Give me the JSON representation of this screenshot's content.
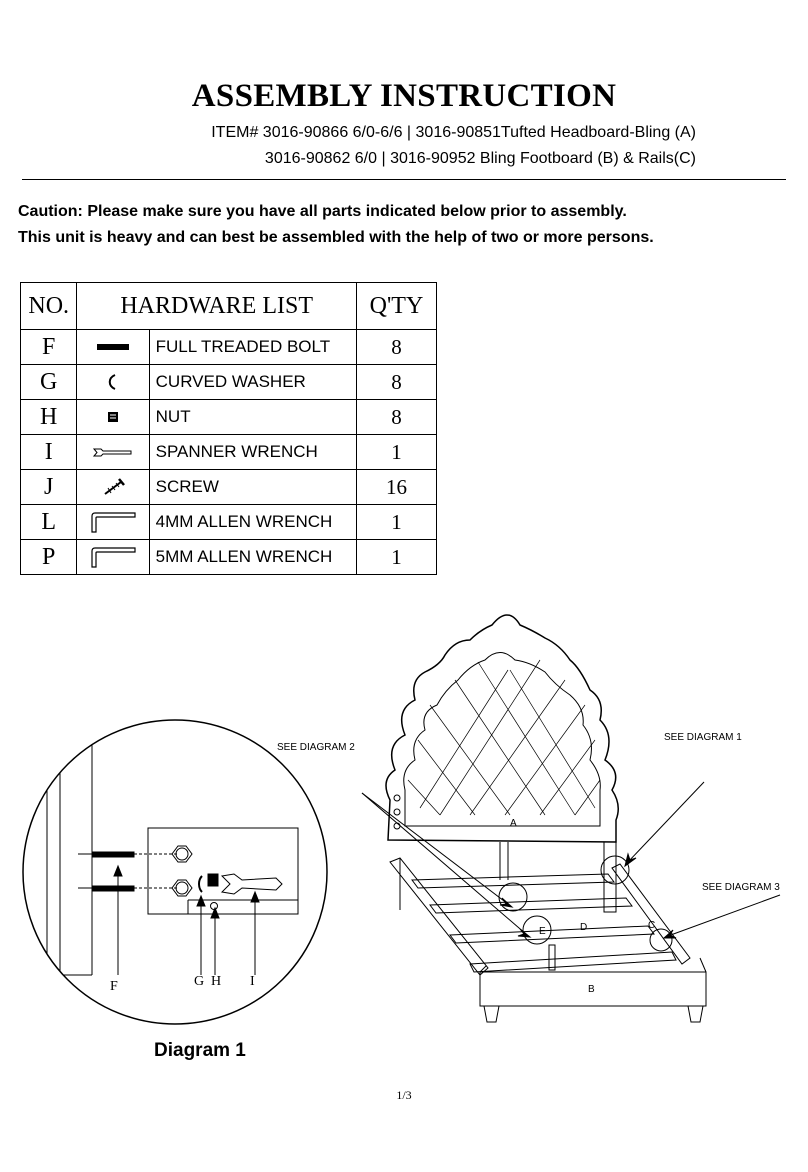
{
  "header": {
    "title": "ASSEMBLY INSTRUCTION",
    "item_line1": "ITEM# 3016-90866 6/0-6/6 | 3016-90851Tufted Headboard-Bling (A)",
    "item_line2": "3016-90862 6/0 | 3016-90952 Bling Footboard (B) & Rails(C)"
  },
  "caution": {
    "line1": "Caution: Please make sure you have all parts indicated below prior to assembly.",
    "line2": "This unit is heavy and can best be assembled with the help of two or more persons."
  },
  "hardware_table": {
    "col_no": "NO.",
    "col_list": "HARDWARE LIST",
    "col_qty": "Q'TY",
    "rows": [
      {
        "no": "F",
        "icon": "bolt-icon",
        "name": "FULL TREADED BOLT",
        "qty": "8"
      },
      {
        "no": "G",
        "icon": "curved-washer-icon",
        "name": "CURVED WASHER",
        "qty": "8"
      },
      {
        "no": "H",
        "icon": "nut-icon",
        "name": "NUT",
        "qty": "8"
      },
      {
        "no": "I",
        "icon": "spanner-wrench-icon",
        "name": "SPANNER WRENCH",
        "qty": "1"
      },
      {
        "no": "J",
        "icon": "screw-icon",
        "name": "SCREW",
        "qty": "16"
      },
      {
        "no": "L",
        "icon": "allen-wrench-icon",
        "name": "4MM ALLEN WRENCH",
        "qty": "1"
      },
      {
        "no": "P",
        "icon": "allen-wrench-icon",
        "name": "5MM ALLEN WRENCH",
        "qty": "1"
      }
    ]
  },
  "diagram1": {
    "caption": "Diagram 1",
    "labels": {
      "f": "F",
      "g": "G",
      "h": "H",
      "i": "I"
    }
  },
  "bed_diagram": {
    "see_diagram_1": "SEE DIAGRAM 1",
    "see_diagram_2": "SEE DIAGRAM 2",
    "see_diagram_3": "SEE DIAGRAM 3",
    "part_labels": {
      "a": "A",
      "b": "B",
      "c": "C",
      "d": "D",
      "e": "E"
    }
  },
  "footer": {
    "page": "1/3"
  }
}
